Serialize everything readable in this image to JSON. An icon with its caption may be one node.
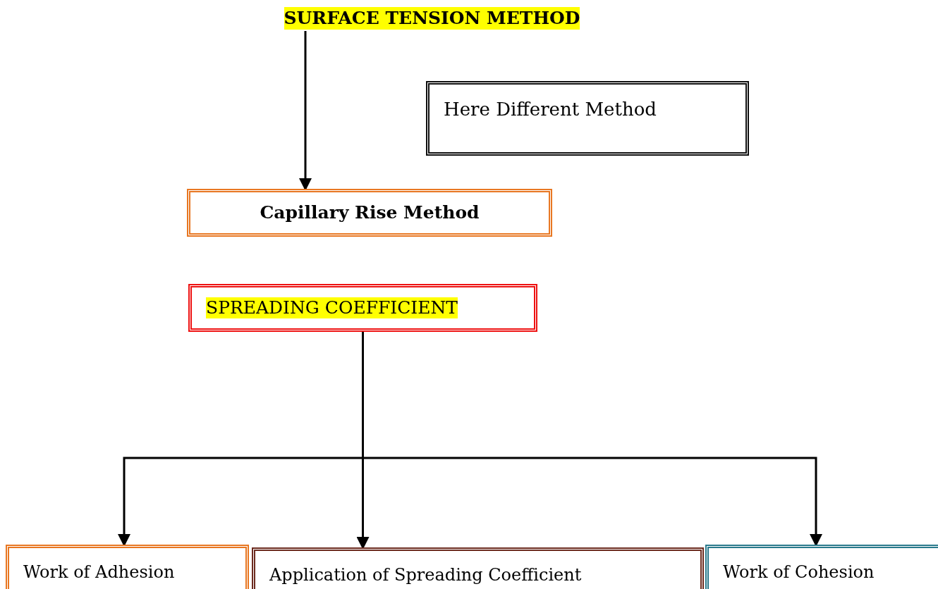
{
  "diagram": {
    "nodes": [
      {
        "text": [
          "SURFACE TENSION METHOD"
        ]
      },
      {
        "text": [
          "Here Different Method"
        ]
      },
      {
        "text": [
          "Capillary Rise Method"
        ]
      },
      {
        "text": [
          "SPREADING COEFFICIENT"
        ]
      },
      {
        "text": [
          "Work of Adhesion"
        ]
      },
      {
        "text": [
          "Application of Spreading Coefficient"
        ]
      },
      {
        "text": [
          "Work of Cohesion"
        ]
      }
    ],
    "edges": [
      {
        "from": 0,
        "to": 2,
        "arrow": "to"
      },
      {
        "from": 3,
        "to": 4,
        "arrow": "to"
      },
      {
        "from": 3,
        "to": 5,
        "arrow": "to"
      },
      {
        "from": 3,
        "to": 6,
        "arrow": "to"
      }
    ]
  }
}
